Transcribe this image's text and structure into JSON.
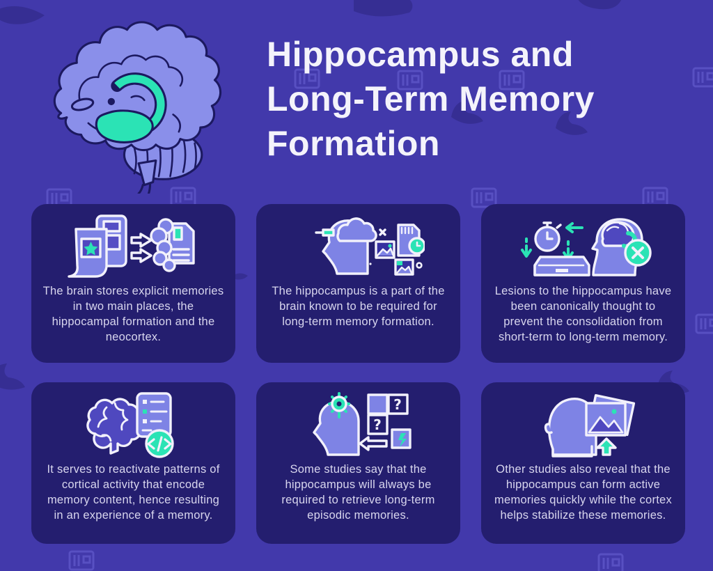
{
  "header": {
    "title": "Hippocampus and Long-Term Memory Formation",
    "title_lines": [
      "Hippocampus and",
      "Long-Term Memory",
      "Formation"
    ],
    "brain_illustration": "brain-side-view-with-teal-hippocampus"
  },
  "colors": {
    "background": "#4239AB",
    "card_background": "#241E6F",
    "accent_teal": "#2BE3B5",
    "icon_periwinkle": "#7E83E5",
    "outline_navy": "#1C1960",
    "title_text": "#F4F3FB",
    "body_text": "#D8D6EE"
  },
  "icon_glyphs": {
    "question_mark": "?"
  },
  "cards": [
    {
      "icon": "film-to-brain-storage-icon",
      "text": "The brain stores explicit memories in two main places, the hippocampal formation and the neocortex."
    },
    {
      "icon": "head-memory-card-icon",
      "text": "The hippocampus is a part of the brain known to be required for long-term memory formation."
    },
    {
      "icon": "stopwatch-archive-blocked-head-icon",
      "text": "Lesions to the hippocampus have been canonically thought to prevent the consolidation from short-term to long-term memory."
    },
    {
      "icon": "brain-code-document-icon",
      "text": "It serves to reactivate patterns of cortical activity that encode memory content, hence resulting in an experience of a memory."
    },
    {
      "icon": "head-gear-puzzle-icon",
      "text": "Some studies say that the hippocampus will always be required to retrieve long-term episodic memories."
    },
    {
      "icon": "head-photos-recall-icon",
      "text": "Other studies also reveal that the hippocampus can form active memories quickly while the cortex helps stabilize these memories."
    }
  ]
}
